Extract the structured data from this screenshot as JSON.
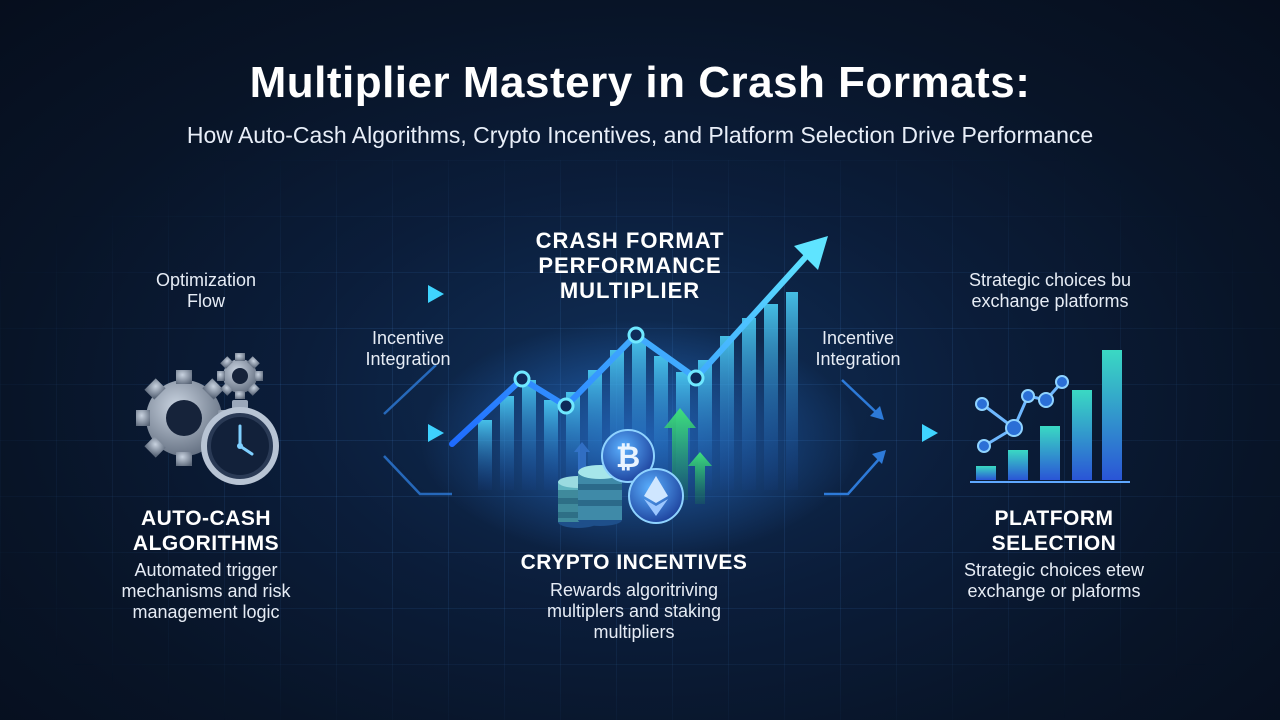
{
  "header": {
    "title": "Multiplier Mastery in Crash Formats:",
    "subtitle": "How Auto-Cash Algorithms, Crypto Incentives, and Platform Selection Drive Performance"
  },
  "flow_labels": {
    "optimization_flow": [
      "Optimization",
      "Flow"
    ],
    "incentive_left": [
      "Incentive",
      "Integration"
    ],
    "incentive_right": [
      "Incentive",
      "Integration"
    ],
    "strategic_top": [
      "Strategic choices bu",
      "exchange platforms"
    ]
  },
  "center": {
    "heading": [
      "CRASH FORMAT",
      "PERFORMANCE",
      "MULTIPLIER"
    ]
  },
  "auto_cash": {
    "heading": [
      "AUTO-CASH",
      "ALGORITHMS"
    ],
    "description": [
      "Automated trigger",
      "mechanisms and risk",
      "management logic"
    ]
  },
  "crypto": {
    "heading": "CRYPTO INCENTIVES",
    "description": [
      "Rewards algoritriving",
      "multiplers and staking",
      "multipliers"
    ]
  },
  "platform": {
    "heading": [
      "PLATFORM",
      "SELECTION"
    ],
    "description": [
      "Strategic choices etew",
      "exchange or plaforms"
    ]
  },
  "icons": {
    "gears": "gears-stopwatch-icon",
    "coins": "crypto-coins-icon",
    "platform": "network-bar-chart-icon"
  },
  "colors": {
    "background": "#081427",
    "accent_cyan": "#3fd4ff",
    "accent_blue": "#2f7bff",
    "accent_green": "#33d17a"
  }
}
